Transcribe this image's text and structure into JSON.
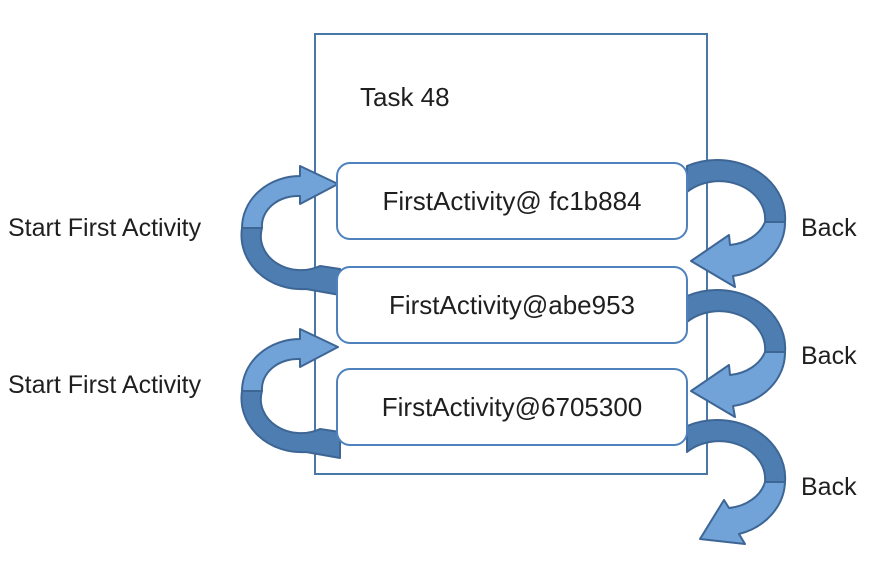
{
  "diagram": {
    "task": {
      "label": "Task 48"
    },
    "activities": [
      {
        "label": "FirstActivity@ fc1b884"
      },
      {
        "label": "FirstActivity@abe953"
      },
      {
        "label": "FirstActivity@6705300"
      }
    ],
    "start_labels": [
      {
        "text": "Start First Activity"
      },
      {
        "text": "Start First Activity"
      }
    ],
    "back_labels": [
      {
        "text": "Back"
      },
      {
        "text": "Back"
      },
      {
        "text": "Back"
      }
    ],
    "icons": {
      "left_arrows": "loop-arrow-into-stack-icon",
      "right_arrows": "loop-arrow-back-icon"
    },
    "colors": {
      "arrow_dark": "#4d7db1",
      "arrow_light": "#71a2d8",
      "arrow_outline": "#3e6695",
      "box_border": "#4f81bd",
      "task_border": "#4a77a8",
      "text": "#1f1f1f"
    }
  }
}
